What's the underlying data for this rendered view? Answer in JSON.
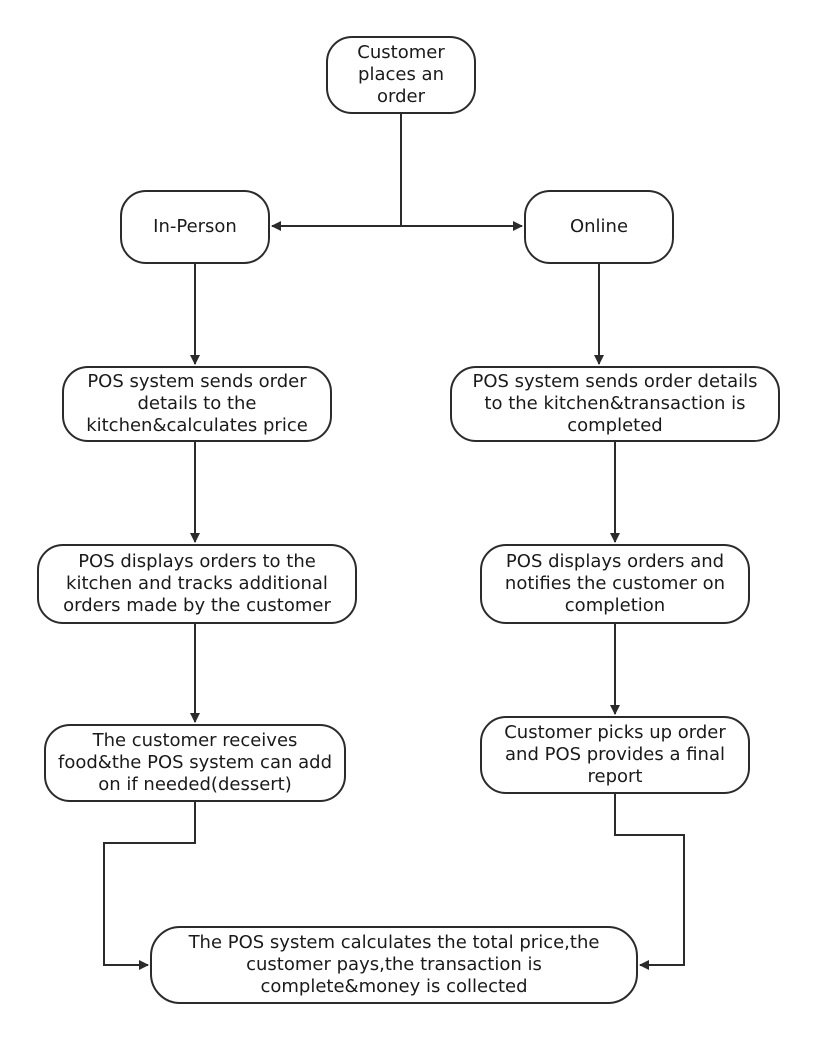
{
  "diagram": {
    "nodes": [
      {
        "id": "start",
        "text": "Customer places an order"
      },
      {
        "id": "inperson",
        "text": "In-Person"
      },
      {
        "id": "online",
        "text": "Online"
      },
      {
        "id": "ip_pos_send",
        "text": "POS system sends order details to the kitchen&calculates price"
      },
      {
        "id": "on_pos_send",
        "text": "POS system sends order details to the kitchen&transaction is completed"
      },
      {
        "id": "ip_display",
        "text": "POS displays orders to the kitchen and tracks additional orders made by the customer"
      },
      {
        "id": "on_display",
        "text": "POS displays orders and notifies the customer on completion"
      },
      {
        "id": "ip_receive",
        "text": "The customer receives food&the POS system can add on if needed(dessert)"
      },
      {
        "id": "on_pickup",
        "text": "Customer picks up order and POS provides a final report"
      },
      {
        "id": "final",
        "text": "The POS system calculates the total price,the customer pays,the transaction is complete&money is collected"
      }
    ],
    "edges": [
      {
        "from": "start",
        "to": "inperson"
      },
      {
        "from": "start",
        "to": "online"
      },
      {
        "from": "inperson",
        "to": "ip_pos_send"
      },
      {
        "from": "ip_pos_send",
        "to": "ip_display"
      },
      {
        "from": "ip_display",
        "to": "ip_receive"
      },
      {
        "from": "ip_receive",
        "to": "final"
      },
      {
        "from": "online",
        "to": "on_pos_send"
      },
      {
        "from": "on_pos_send",
        "to": "on_display"
      },
      {
        "from": "on_display",
        "to": "on_pickup"
      },
      {
        "from": "on_pickup",
        "to": "final"
      }
    ],
    "colors": {
      "stroke": "#2b2b2b",
      "text": "#1a1a1a",
      "fill": "#ffffff"
    }
  }
}
